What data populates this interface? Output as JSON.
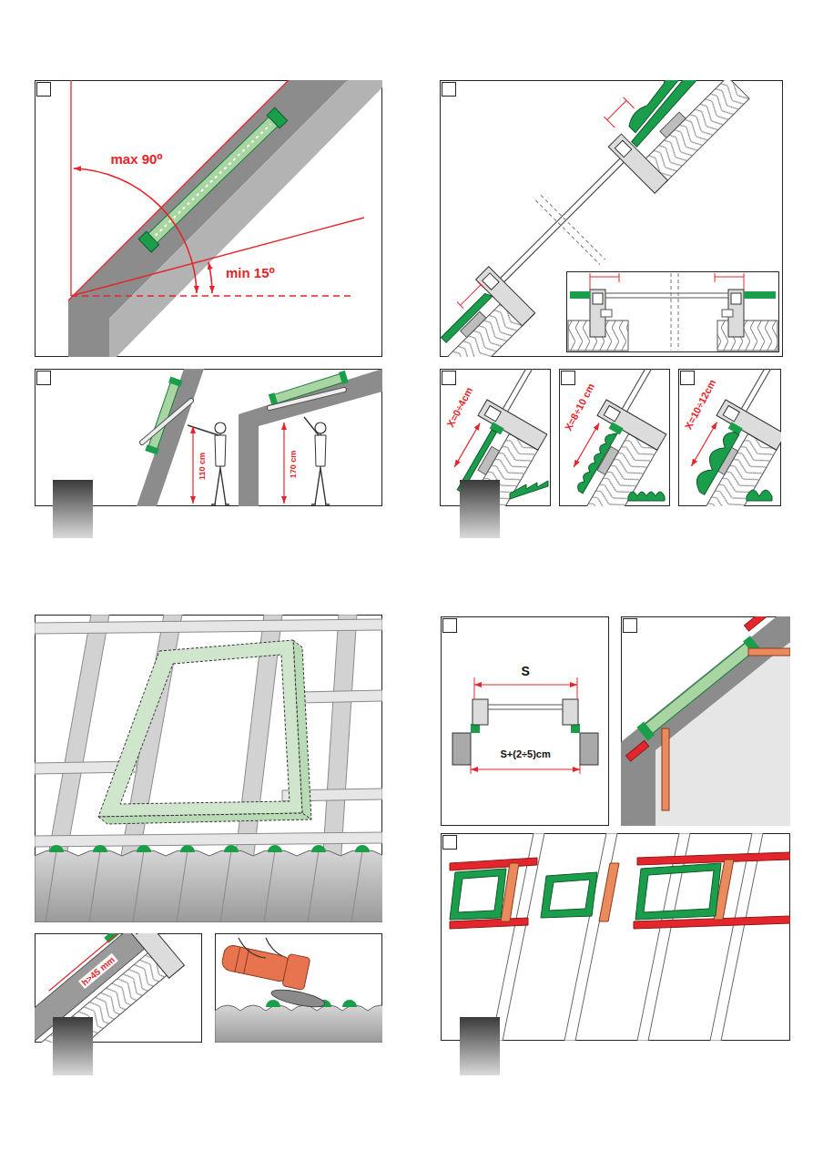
{
  "diagram": {
    "labels": [
      "max 90⁰",
      "min 15⁰",
      "110 cm",
      "170 cm",
      "X=0÷4cm",
      "X=8÷10 cm",
      "X=10÷12cm",
      "h>45 mm",
      "S",
      "S+(2÷5)cm"
    ]
  }
}
